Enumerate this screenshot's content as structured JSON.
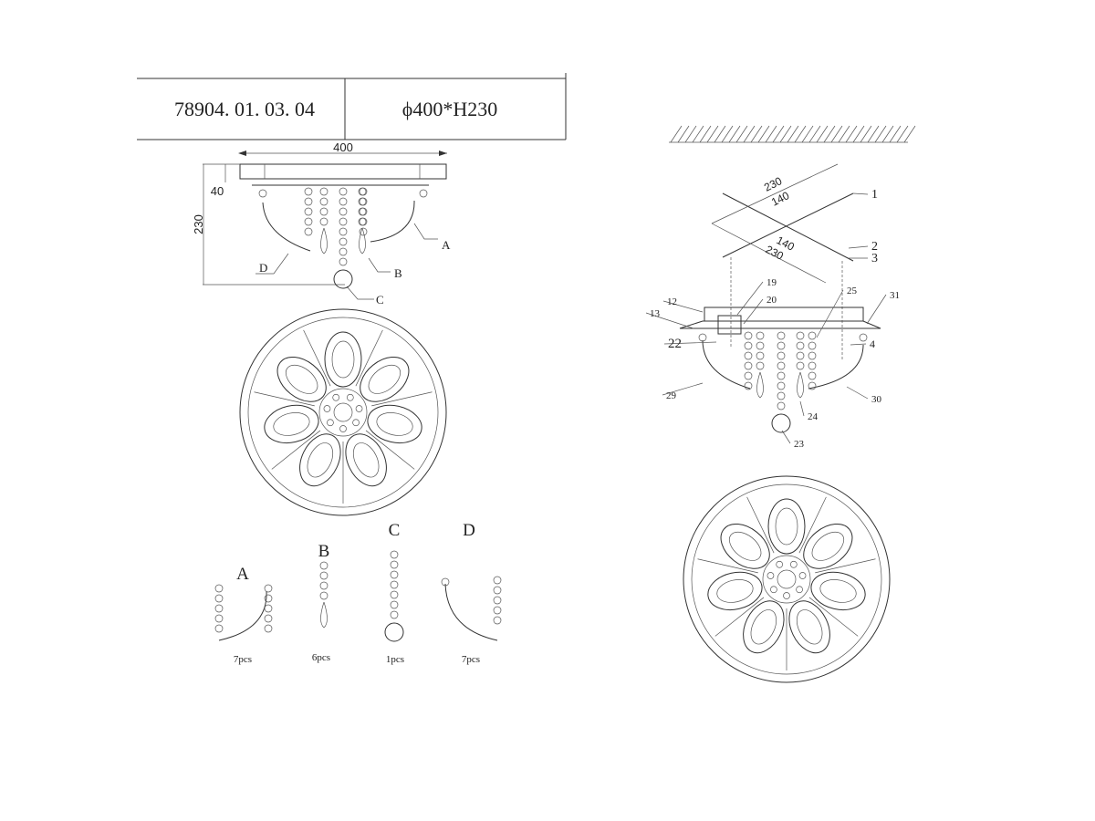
{
  "title_block": {
    "model": "78904. 01. 03. 04",
    "size": "ϕ400*H230"
  },
  "side_view": {
    "dim_width": "400",
    "dim_height": "230",
    "dim_base": "40",
    "callouts": [
      "A",
      "B",
      "C",
      "D"
    ]
  },
  "parts": [
    {
      "letter": "A",
      "qty": "7pcs"
    },
    {
      "letter": "B",
      "qty": "6pcs"
    },
    {
      "letter": "C",
      "qty": "1pcs"
    },
    {
      "letter": "D",
      "qty": "7pcs"
    }
  ],
  "exploded_view": {
    "bracket_dims": [
      "230",
      "140",
      "140",
      "230"
    ],
    "part_numbers": {
      "n1": "1",
      "n2": "2",
      "n3": "3",
      "n4": "4",
      "n12": "12",
      "n13": "13",
      "n19": "19",
      "n20": "20",
      "n22": "22",
      "n23": "23",
      "n24": "24",
      "n25": "25",
      "n29": "29",
      "n30": "30",
      "n31": "31"
    }
  },
  "rosette_petals": 7
}
